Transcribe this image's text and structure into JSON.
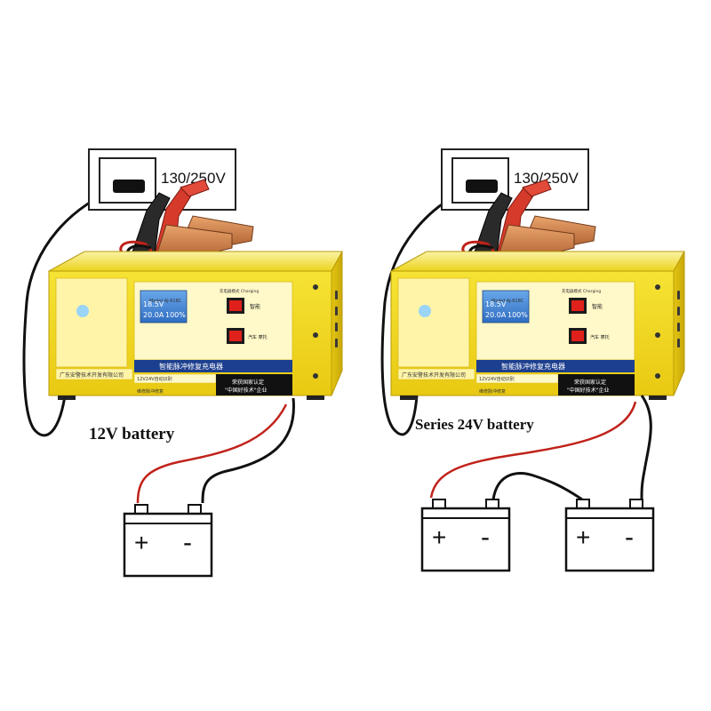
{
  "left_panel": {
    "outlet_voltage": "130/250V",
    "battery_caption": "12V battery",
    "charger": {
      "model": "Model:AJ-618C",
      "lcd_voltage": "18.5V",
      "lcd_current": "20.0A",
      "lcd_percent": "100%",
      "mode_label": "充电器模式 Charging",
      "brand_banner": "智能脉冲修复充电器",
      "company": "广东安警技术开发有限公司",
      "sub_line": "12V24V自动识别",
      "mode_bar": "维修脉冲修复",
      "cert_line1": "荣获国家认定",
      "cert_line2": "\"中国好技术\"企业",
      "switch_top_label": "智能",
      "switch_bottom_label": "汽车 摩托"
    },
    "batteries": [
      {
        "positive": "+",
        "negative": "-"
      }
    ]
  },
  "right_panel": {
    "outlet_voltage": "130/250V",
    "battery_caption": "Series 24V battery",
    "charger": {
      "model": "Model:AJ-618C",
      "lcd_voltage": "18.5V",
      "lcd_current": "20.0A",
      "lcd_percent": "100%",
      "mode_label": "充电器模式 Charging",
      "brand_banner": "智能脉冲修复充电器",
      "company": "广东安警技术开发有限公司",
      "sub_line": "12V24V自动识别",
      "mode_bar": "维修脉冲修复",
      "cert_line1": "荣获国家认定",
      "cert_line2": "\"中国好技术\"企业",
      "switch_top_label": "智能",
      "switch_bottom_label": "汽车 摩托"
    },
    "batteries": [
      {
        "positive": "+",
        "negative": "-"
      },
      {
        "positive": "+",
        "negative": "-"
      }
    ]
  },
  "colors": {
    "charger_yellow": "#f2dc1e",
    "charger_top": "#f6e86a",
    "lcd_blue": "#3a7fd0",
    "banner_blue": "#1d3f8f",
    "switch_red": "#e0201b",
    "wire_red": "#c0221a",
    "wire_black": "#111111",
    "clamp_copper": "#c8733a",
    "button_cream": "#fff7c0"
  }
}
